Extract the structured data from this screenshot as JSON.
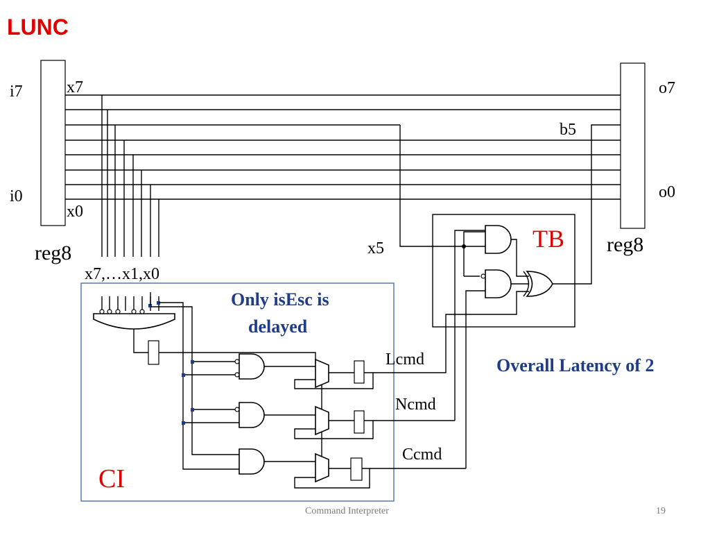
{
  "title": "LUNC",
  "labels": {
    "i7": "i7",
    "i0": "i0",
    "x7": "x7",
    "x0": "x0",
    "reg8_left": "reg8",
    "reg8_right": "reg8",
    "o7": "o7",
    "o0": "o0",
    "b5": "b5",
    "x5": "x5",
    "tb": "TB",
    "xbus": "x7,…x1,x0",
    "ci": "CI",
    "lcmd": "Lcmd",
    "ncmd": "Ncmd",
    "ccmd": "Ccmd"
  },
  "notes": {
    "isesc_line1": "Only isEsc is",
    "isesc_line2": "delayed",
    "latency": "Overall Latency of 2"
  },
  "footer": {
    "caption": "Command Interpreter",
    "page": "19"
  },
  "colors": {
    "title": "#e00000",
    "tb_ci_labels": "#e00000",
    "notes": "#1f3c88",
    "ci_box": "#4a6fa5"
  }
}
